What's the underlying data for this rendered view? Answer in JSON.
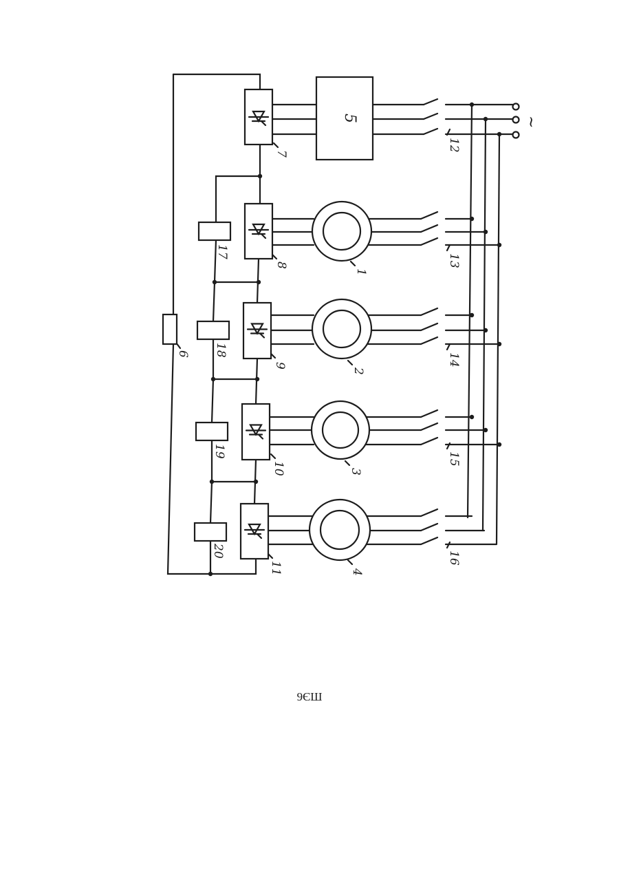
{
  "diagram": {
    "title": "",
    "labels": {
      "b5": "5",
      "b6": "6",
      "b7": "7",
      "b8": "8",
      "b9": "9",
      "b10": "10",
      "b11": "11",
      "m1": "1",
      "m2": "2",
      "m3": "3",
      "m4": "4",
      "s12": "12",
      "s13": "13",
      "s14": "14",
      "s15": "15",
      "s16": "16",
      "r17": "17",
      "r18": "18",
      "r19": "19",
      "r20": "20",
      "ac": "~"
    }
  },
  "caption": "9ЄШ",
  "colors": {
    "ink": "#1c1c1c",
    "paper": "#ffffff"
  },
  "icons": {
    "converter": "rectifier-diode-icon",
    "motor": "motor-ring-icon",
    "terminal": "terminal-circle-icon"
  }
}
